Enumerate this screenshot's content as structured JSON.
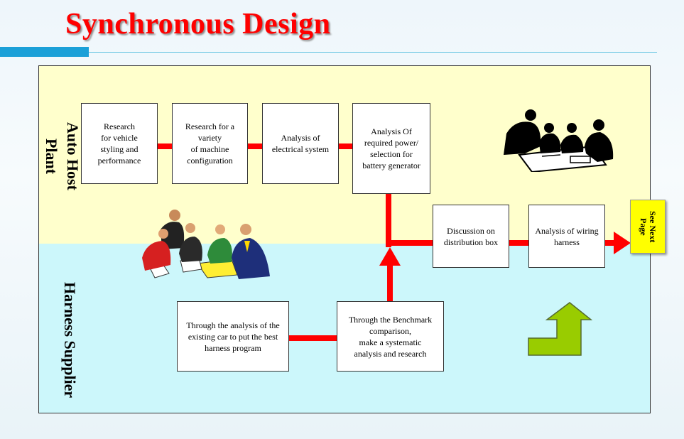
{
  "title": "Synchronous Design",
  "lanes": {
    "top": "Auto Host Plant",
    "bottom": "Harness Supplier"
  },
  "steps": {
    "research_styling": "Research\nfor vehicle\nstyling  and\nperformance",
    "research_config": "Research for a\nvariety\nof machine\nconfiguration",
    "analysis_electrical": "Analysis of\nelectrical system",
    "analysis_power": "Analysis Of\nrequired power/\nselection for\nbattery generator",
    "discussion_distribution": "Discussion on\ndistribution box",
    "analysis_wiring": "Analysis of wiring\nharness",
    "through_analysis_car": "Through the analysis of the\nexisting car to put the best\nharness program",
    "through_benchmark": "Through the Benchmark\ncomparison,\nmake a systematic\nanalysis and research"
  },
  "next_page": "See Next\nPage",
  "colors": {
    "title": "#ff0000",
    "connector": "#ff0000",
    "host_band": "#ffffcc",
    "supplier_band": "#ccf7fb",
    "accent": "#1ba0d8",
    "next_tag": "#ffff00",
    "turn_arrow": "#99cc00"
  },
  "icons": [
    "meeting-silhouette-icon",
    "business-team-clipart-icon",
    "turn-arrow-icon",
    "right-arrow-icon",
    "up-arrow-icon"
  ]
}
